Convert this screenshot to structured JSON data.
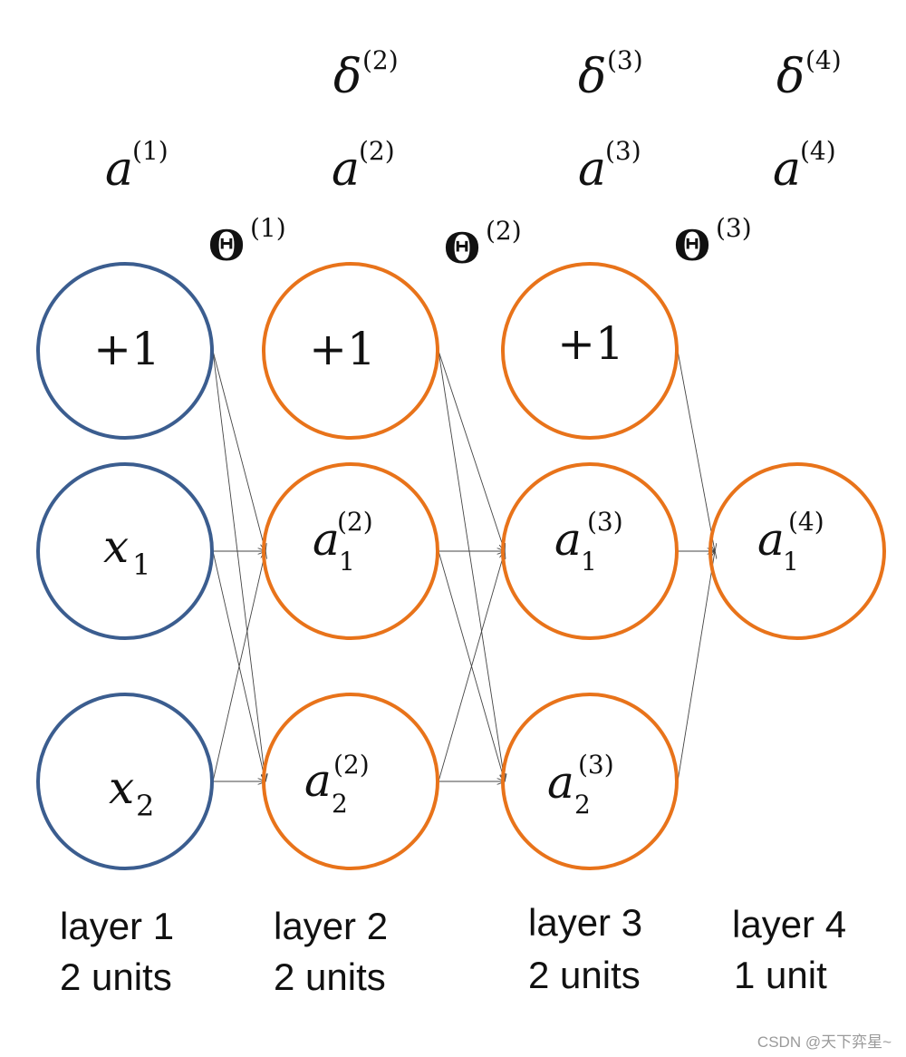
{
  "colors": {
    "input_node": "#3b5d8f",
    "hidden_node": "#e8731a",
    "edge": "#444444",
    "text": "#111111"
  },
  "symbols": {
    "delta": "δ",
    "activation": "a",
    "theta": "Θ"
  },
  "deltas": [
    {
      "sup": "(2)"
    },
    {
      "sup": "(3)"
    },
    {
      "sup": "(4)"
    }
  ],
  "activations": [
    {
      "sup": "(1)"
    },
    {
      "sup": "(2)"
    },
    {
      "sup": "(3)"
    },
    {
      "sup": "(4)"
    }
  ],
  "thetas": [
    {
      "sup": "(1)"
    },
    {
      "sup": "(2)"
    },
    {
      "sup": "(3)"
    }
  ],
  "layers": [
    {
      "name": "layer 1",
      "units": "2 units",
      "nodes": [
        {
          "kind": "bias",
          "text": "+1"
        },
        {
          "kind": "input",
          "base": "x",
          "sub": "1"
        },
        {
          "kind": "input",
          "base": "x",
          "sub": "2"
        }
      ]
    },
    {
      "name": "layer 2",
      "units": "2 units",
      "nodes": [
        {
          "kind": "bias",
          "text": "+1"
        },
        {
          "kind": "unit",
          "base": "a",
          "sub": "1",
          "sup": "(2)"
        },
        {
          "kind": "unit",
          "base": "a",
          "sub": "2",
          "sup": "(2)"
        }
      ]
    },
    {
      "name": "layer 3",
      "units": "2 units",
      "nodes": [
        {
          "kind": "bias",
          "text": "+1"
        },
        {
          "kind": "unit",
          "base": "a",
          "sub": "1",
          "sup": "(3)"
        },
        {
          "kind": "unit",
          "base": "a",
          "sub": "2",
          "sup": "(3)"
        }
      ]
    },
    {
      "name": "layer 4",
      "units": "1 unit",
      "nodes": [
        {
          "kind": "unit",
          "base": "a",
          "sub": "1",
          "sup": "(4)"
        }
      ]
    }
  ],
  "watermark": "CSDN @天下弈星~"
}
